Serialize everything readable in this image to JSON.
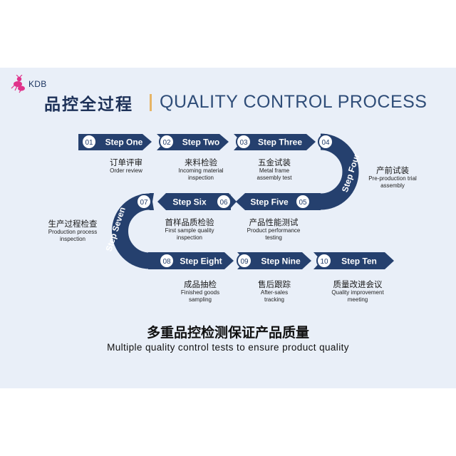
{
  "brand": {
    "logo_text": "KDB",
    "logo_icon": "ant-mascot-icon",
    "colors": {
      "navy": "#25406e",
      "accent": "#e6b566",
      "pink": "#e0338b",
      "panel": "#e9eff8"
    }
  },
  "header": {
    "title_cn": "品控全过程",
    "title_en": "QUALITY CONTROL PROCESS"
  },
  "steps": [
    {
      "num": "01",
      "label": "Step One",
      "cn": "订单评审",
      "en": "Order review"
    },
    {
      "num": "02",
      "label": "Step Two",
      "cn": "来料检验",
      "en": "Incoming material inspection"
    },
    {
      "num": "03",
      "label": "Step Three",
      "cn": "五金试装",
      "en": "Metal frame assembly test"
    },
    {
      "num": "04",
      "label": "Step Four",
      "cn": "产前试装",
      "en": "Pre-production trial assembly"
    },
    {
      "num": "05",
      "label": "Step Five",
      "cn": "产品性能测试",
      "en": "Product performance testing"
    },
    {
      "num": "06",
      "label": "Step Six",
      "cn": "首样品质检验",
      "en": "First sample quality inspection"
    },
    {
      "num": "07",
      "label": "Step Seven",
      "cn": "生产过程检查",
      "en": "Production process inspection"
    },
    {
      "num": "08",
      "label": "Step Eight",
      "cn": "成品抽检",
      "en": "Finished goods sampling"
    },
    {
      "num": "09",
      "label": "Step Nine",
      "cn": "售后跟踪",
      "en": "After-sales tracking"
    },
    {
      "num": "10",
      "label": "Step Ten",
      "cn": "质量改进会议",
      "en": "Quality improvement meeting"
    }
  ],
  "footer": {
    "slogan_cn": "多重品控检测保证产品质量",
    "slogan_en": "Multiple quality control tests to ensure product quality"
  }
}
